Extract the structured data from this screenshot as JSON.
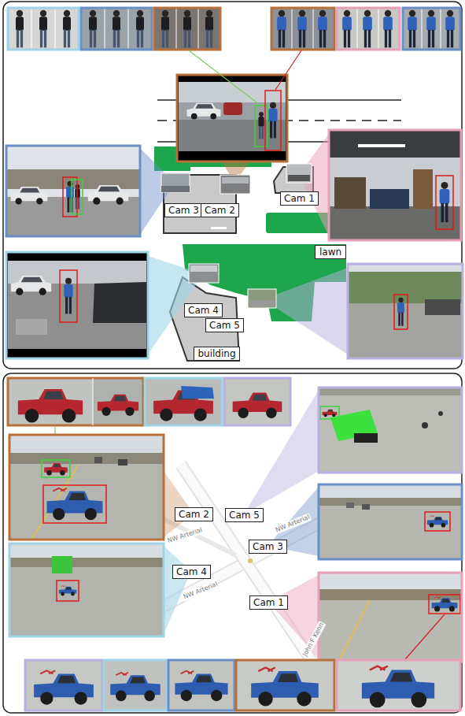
{
  "diagram": {
    "nodes": [
      {
        "text": [
          "Cam 3"
        ]
      },
      {
        "text": [
          "Cam 2"
        ]
      },
      {
        "text": [
          "Cam 1"
        ]
      },
      {
        "text": [
          "lawn"
        ]
      },
      {
        "text": [
          "Cam 4"
        ]
      },
      {
        "text": [
          "Cam 5"
        ]
      },
      {
        "text": [
          "building"
        ]
      },
      {
        "text": [
          "Cam 2"
        ]
      },
      {
        "text": [
          "Cam 5"
        ]
      },
      {
        "text": [
          "Cam 3"
        ]
      },
      {
        "text": [
          "Cam 4"
        ]
      },
      {
        "text": [
          "Cam 1"
        ]
      }
    ],
    "edges": [],
    "labels": [
      "NW Arterial",
      "NW Arterial",
      "NW Arterial",
      "John F Kenn"
    ]
  }
}
